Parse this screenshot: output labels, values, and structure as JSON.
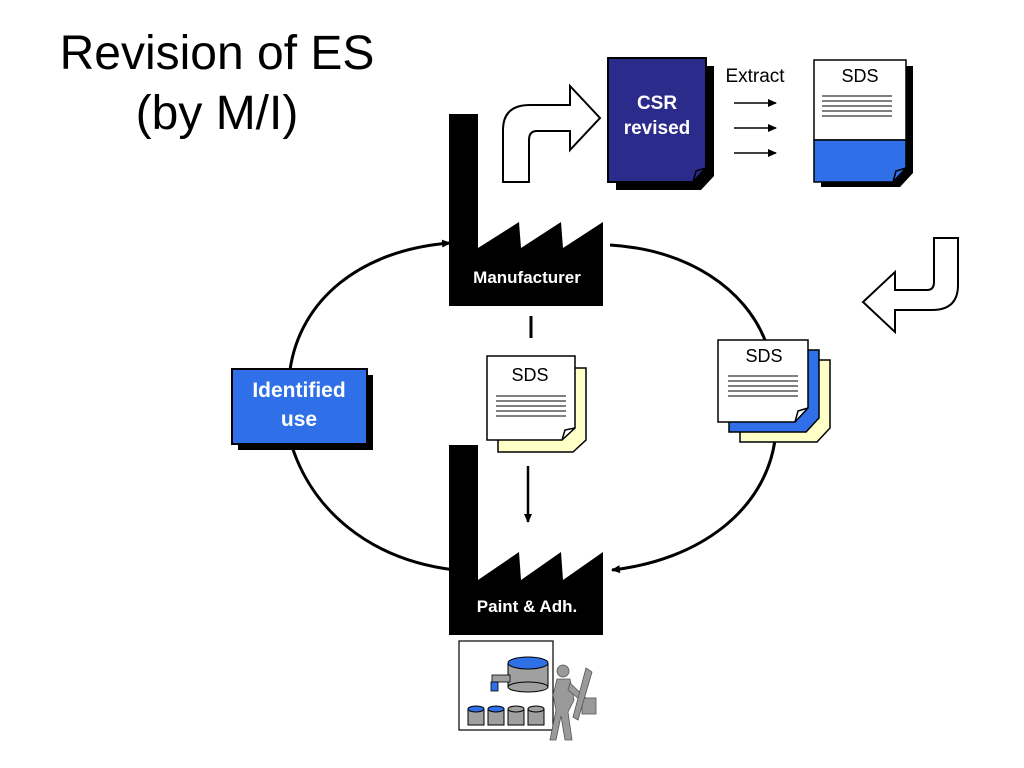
{
  "slide": {
    "title_line1": "Revision of ES",
    "title_line2": "(by M/I)"
  },
  "labels": {
    "csr_line1": "CSR",
    "csr_line2": "revised",
    "extract": "Extract",
    "sds_top": "SDS",
    "sds_right": "SDS",
    "sds_center": "SDS",
    "manufacturer": "Manufacturer",
    "identified_line1": "Identified",
    "identified_line2": "use",
    "paint": "Paint & Adh."
  },
  "colors": {
    "csr_fill": "#2b2b8c",
    "blue_fill": "#2f6fe8",
    "yellow_fill": "#ffffc8",
    "factory": "#000000"
  }
}
